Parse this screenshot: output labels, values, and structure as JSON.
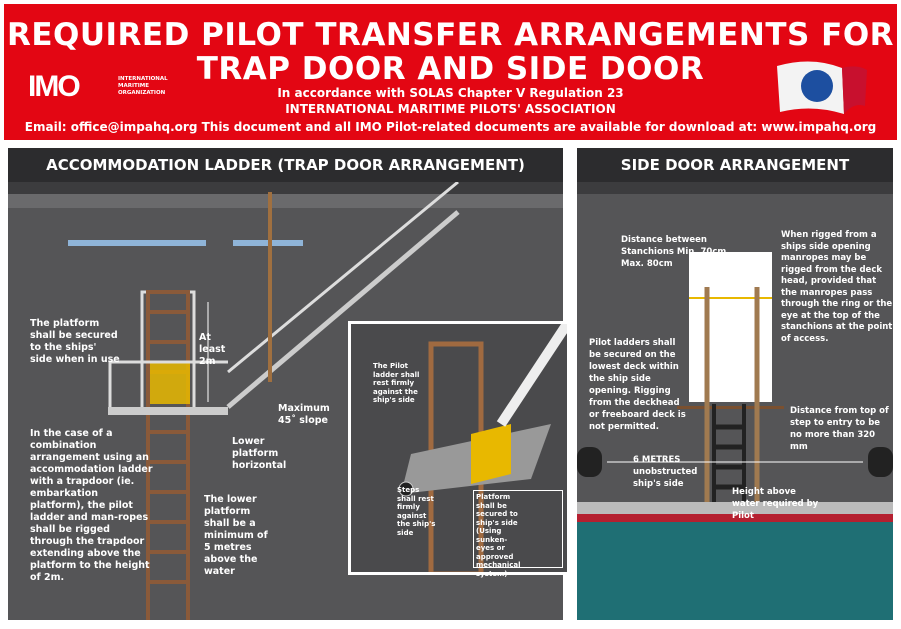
{
  "header": {
    "title_line1": "REQUIRED PILOT TRANSFER ARRANGEMENTS FOR",
    "title_line2": "TRAP DOOR AND SIDE DOOR",
    "subtitle1": "In accordance with SOLAS Chapter V Regulation 23",
    "subtitle2": "INTERNATIONAL MARITIME PILOTS' ASSOCIATION",
    "contact": "Email: office@impahq.org  This document and all IMO Pilot-related documents are available for download at: www.impahq.org",
    "imo_logo": "IMO",
    "imo_name": [
      "INTERNATIONAL",
      "MARITIME",
      "ORGANIZATION"
    ],
    "flag_logo": "IMPA"
  },
  "left": {
    "title": "ACCOMMODATION LADDER (TRAP DOOR ARRANGEMENT)",
    "platform_secured": "The platform shall be secured to the ships' side when in use",
    "at_least": "At least 2m",
    "max_slope": "Maximum 45˚ slope",
    "lower_platform": "Lower platform horizontal",
    "combination": "In the case of a combination arrangement using an accommodation ladder with a trapdoor (ie. embarkation platform), the pilot ladder and man-ropes shall be rigged through the trapdoor extending above the platform to the height of 2m.",
    "lower_platform_min": "The lower platform shall be a minimum of 5 metres above the water",
    "inset": {
      "pilot_ladder_rest": "The Pilot ladder shall rest firmly against the ship's side",
      "steps_rest": "Steps shall rest firmly against the ship's side",
      "platform_secured": "Platform shall be secured to ship's side (Using sunken-eyes or approved mechanical system)"
    }
  },
  "right": {
    "title": "SIDE DOOR ARRANGEMENT",
    "stanchions": "Distance between Stanchions Min. 70cm Max. 80cm",
    "manropes": "When rigged from a ships side opening manropes may be rigged from the deck head, provided that the manropes pass through the ring or the eye at the top of the stanchions at the point of access.",
    "secured": "Pilot ladders shall be secured on the lowest deck within the ship side opening. Rigging from the deckhead or freeboard deck is not permitted.",
    "step_distance": "Distance from top of step to entry to be no more than 320 mm",
    "six_metres": "6 METRES",
    "unobstructed": "unobstructed ship's side",
    "height_water": "Height above water required by Pilot"
  }
}
